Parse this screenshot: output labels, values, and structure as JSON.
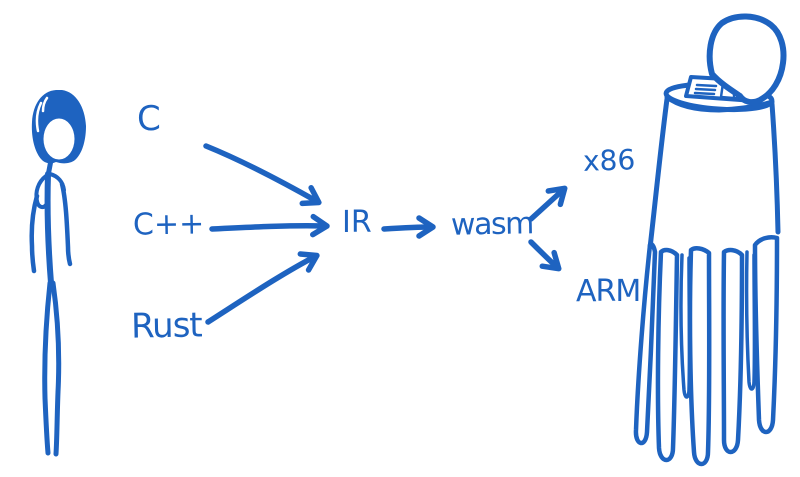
{
  "diagram": {
    "ink_color": "#1e63c0",
    "nodes": [
      {
        "id": "c",
        "label": "C"
      },
      {
        "id": "cpp",
        "label": "C++"
      },
      {
        "id": "rust",
        "label": "Rust"
      },
      {
        "id": "ir",
        "label": "IR"
      },
      {
        "id": "wasm",
        "label": "wasm"
      },
      {
        "id": "x86",
        "label": "x86"
      },
      {
        "id": "arm",
        "label": "ARM"
      }
    ],
    "edges": [
      {
        "from": "C",
        "to": "IR"
      },
      {
        "from": "C++",
        "to": "IR"
      },
      {
        "from": "Rust",
        "to": "IR"
      },
      {
        "from": "IR",
        "to": "wasm"
      },
      {
        "from": "wasm",
        "to": "x86"
      },
      {
        "from": "wasm",
        "to": "ARM"
      }
    ],
    "illustrations": [
      {
        "id": "stick-person-icon",
        "side": "left"
      },
      {
        "id": "open-trash-can-with-newspaper-and-shredded-strips-icon",
        "side": "right"
      }
    ]
  }
}
